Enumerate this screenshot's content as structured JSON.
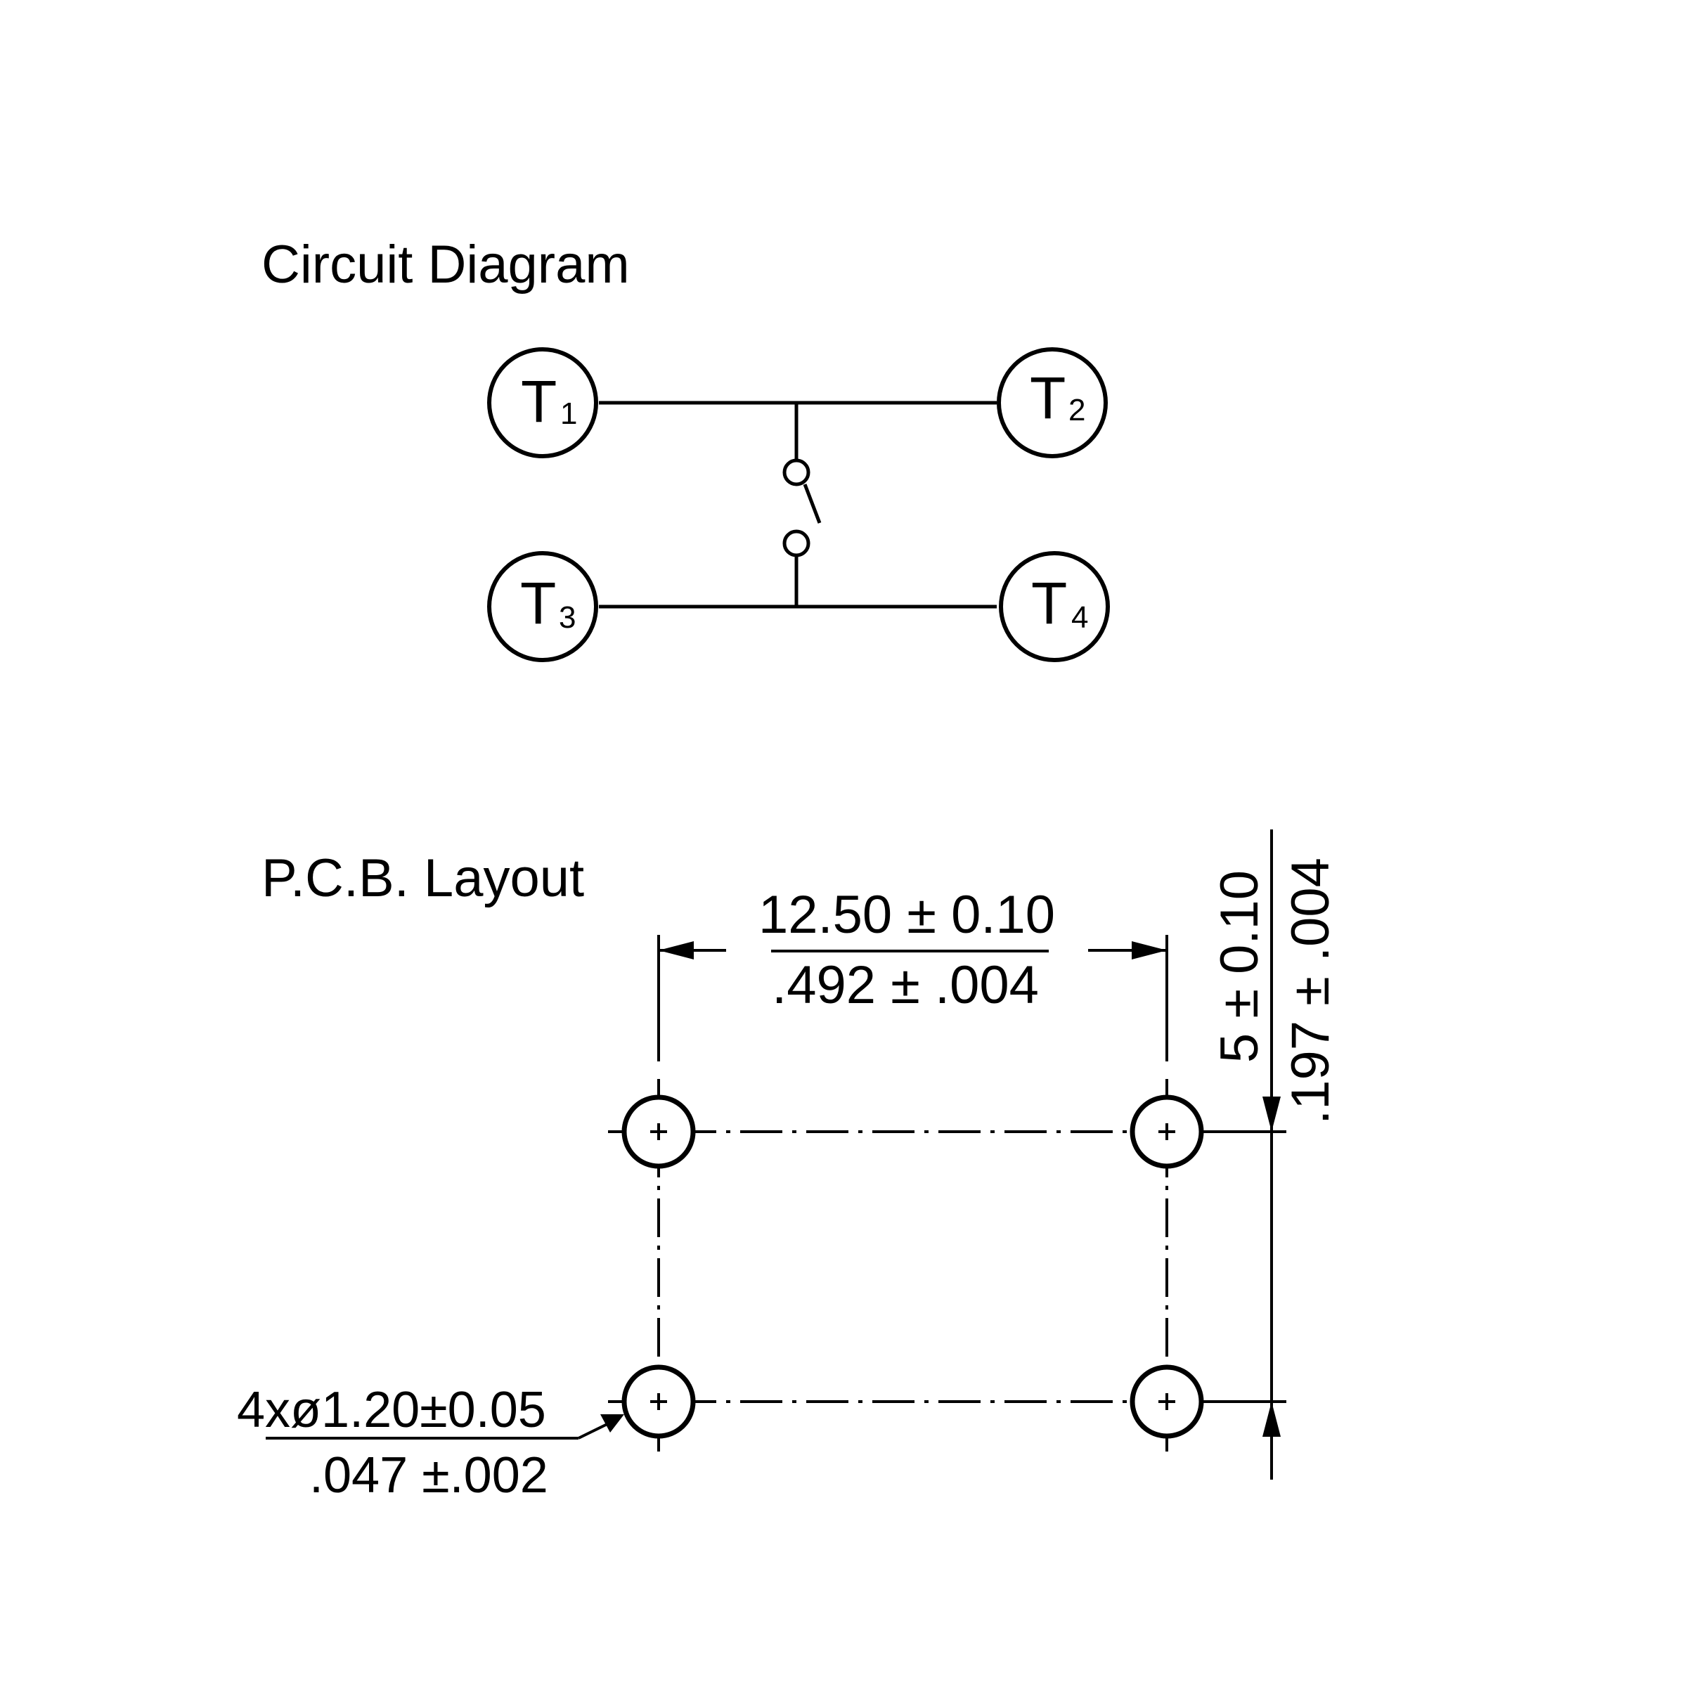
{
  "circuit": {
    "title": "Circuit Diagram",
    "terminals": [
      {
        "letter": "T",
        "sub": "1"
      },
      {
        "letter": "T",
        "sub": "2"
      },
      {
        "letter": "T",
        "sub": "3"
      },
      {
        "letter": "T",
        "sub": "4"
      }
    ]
  },
  "pcb": {
    "title": "P.C.B. Layout",
    "dim_horizontal": {
      "metric": "12.50 ± 0.10",
      "inch": ".492 ± .004"
    },
    "dim_vertical": {
      "metric": "5 ± 0.10",
      "inch": ".197 ± .004"
    },
    "hole_spec": {
      "metric": "4xø1.20±0.05",
      "inch": ".047 ±.002"
    }
  }
}
